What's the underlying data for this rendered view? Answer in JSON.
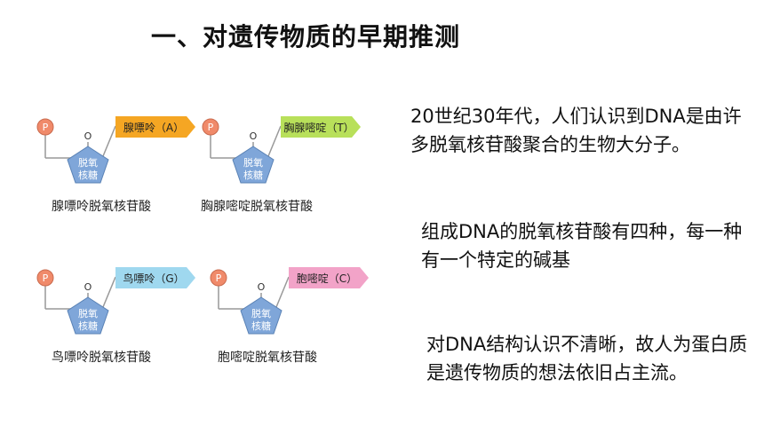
{
  "title": "一、对遗传物质的早期推测",
  "paragraphs": [
    "20世纪30年代，人们认识到DNA是由许多脱氧核苷酸聚合的生物大分子。",
    "组成DNA的脱氧核苷酸有四种，每一种有一个特定的碱基",
    "对DNA结构认识不清晰，故人为蛋白质是遗传物质的想法依旧占主流。"
  ],
  "nucleotides": [
    {
      "phosphate": "P",
      "oxygen": "O",
      "sugar_line1": "脱氧",
      "sugar_line2": "核糖",
      "base": "腺嘌呤（A）",
      "base_color": "#f5a623",
      "caption": "腺嘌呤脱氧核苷酸"
    },
    {
      "phosphate": "P",
      "oxygen": "O",
      "sugar_line1": "脱氧",
      "sugar_line2": "核糖",
      "base": "胸腺嘧啶（T）",
      "base_color": "#b8e05a",
      "caption": "胸腺嘧啶脱氧核苷酸"
    },
    {
      "phosphate": "P",
      "oxygen": "O",
      "sugar_line1": "脱氧",
      "sugar_line2": "核糖",
      "base": "鸟嘌呤（G）",
      "base_color": "#9fd8ef",
      "caption": "鸟嘌呤脱氧核苷酸"
    },
    {
      "phosphate": "P",
      "oxygen": "O",
      "sugar_line1": "脱氧",
      "sugar_line2": "核糖",
      "base": "胞嘧啶（C）",
      "base_color": "#f2a3c8",
      "caption": "胞嘧啶脱氧核苷酸"
    }
  ],
  "colors": {
    "phosphate": "#f08a6a",
    "sugar": "#7fa6d9",
    "link": "#999999"
  }
}
